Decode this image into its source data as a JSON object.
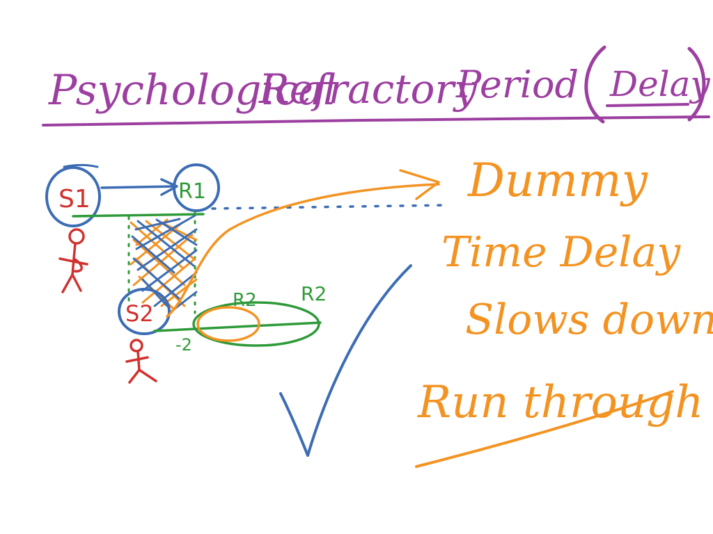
{
  "title": {
    "words": [
      "Psychological",
      "Refractory",
      "Period"
    ],
    "paren_word": "Delay",
    "color": "#9c3fa0"
  },
  "diagram": {
    "stimulus_1": "S1",
    "response_1": "R1",
    "stimulus_2": "S2",
    "response_2_a": "R2",
    "response_2_b": "R2",
    "minus_label": "-2"
  },
  "notes": {
    "line1": "Dummy",
    "line2": "Time Delay",
    "line3": "Slows down",
    "line4": "Run through"
  },
  "colors": {
    "purple": "#9c3fa0",
    "blue": "#3c6cb4",
    "red": "#d0322e",
    "green": "#2f9a3a",
    "orange": "#f39322"
  },
  "icons": [
    "stick-figure-icon",
    "stick-figure-icon",
    "checkmark-icon",
    "arrow-icon"
  ]
}
